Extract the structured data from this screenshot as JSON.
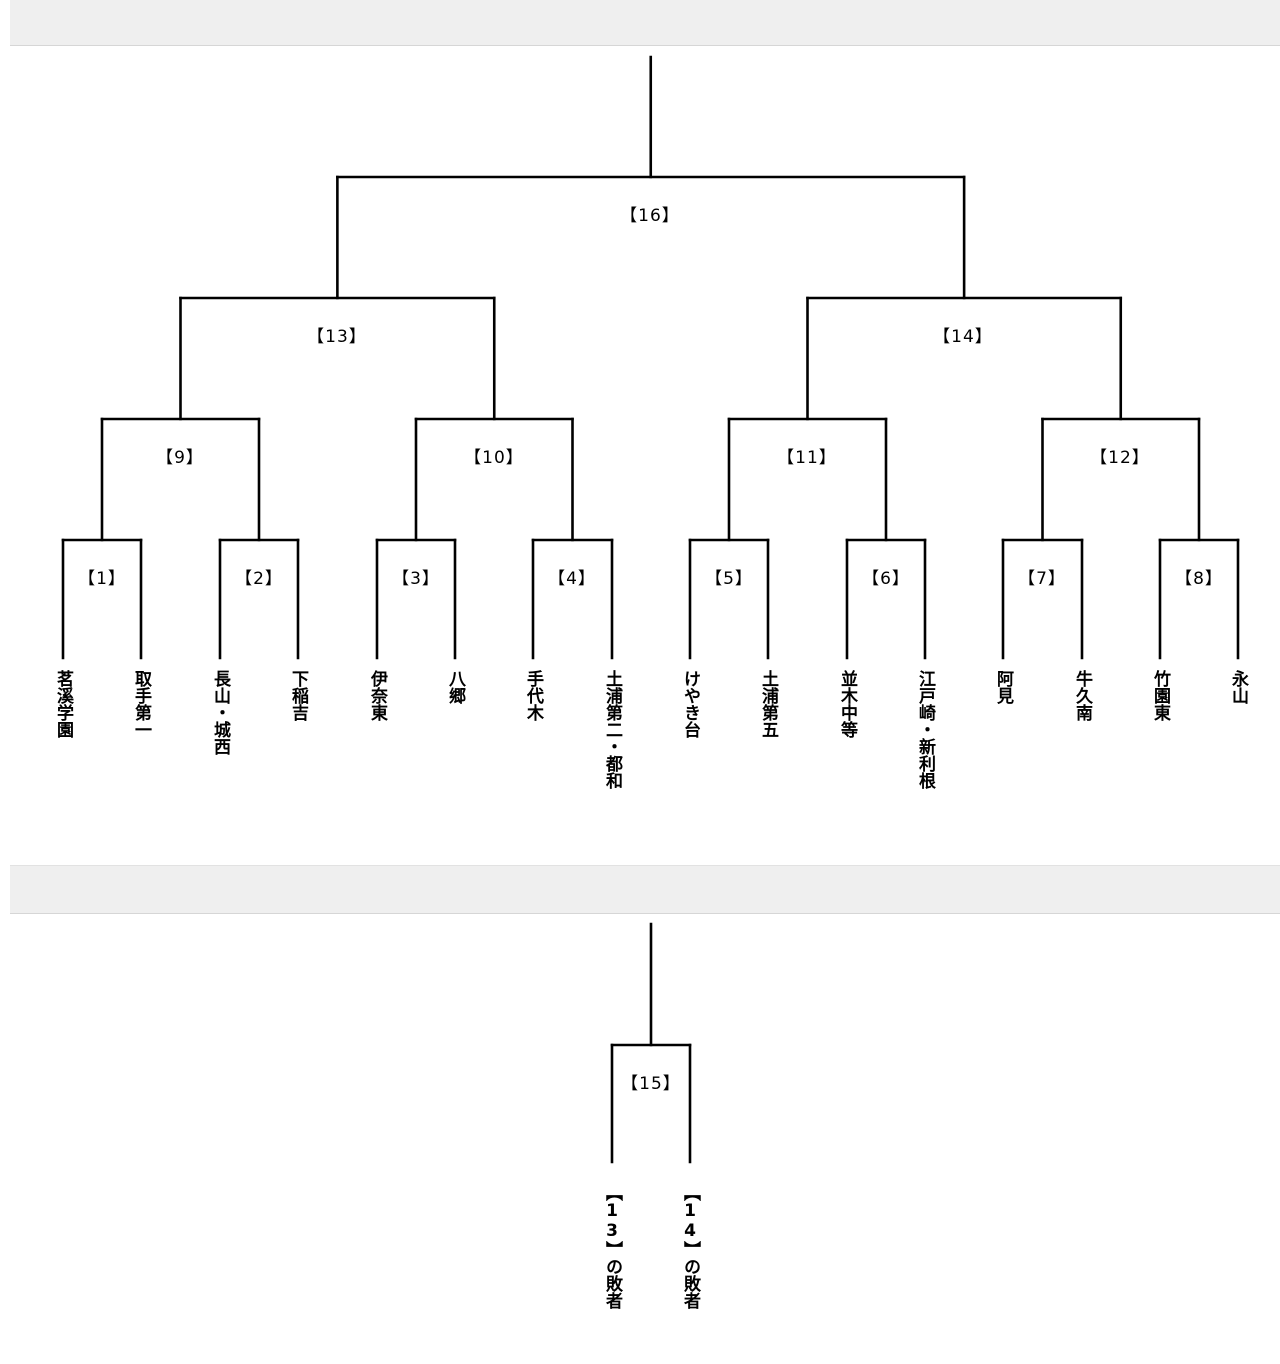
{
  "main_bracket": {
    "matches": [
      "【1】",
      "【2】",
      "【3】",
      "【4】",
      "【5】",
      "【6】",
      "【7】",
      "【8】",
      "【9】",
      "【10】",
      "【11】",
      "【12】",
      "【13】",
      "【14】",
      "【16】"
    ],
    "teams": [
      "茗溪学園",
      "取手第一",
      "長山・城西",
      "下稲吉",
      "伊奈東",
      "八郷",
      "手代木",
      "土浦第二・都和",
      "けやき台",
      "土浦第五",
      "並木中等",
      "江戸崎・新利根",
      "阿見",
      "牛久南",
      "竹園東",
      "永山"
    ]
  },
  "third_place": {
    "match": "【15】",
    "entrants": [
      "【13】の敗者",
      "【14】の敗者"
    ]
  }
}
